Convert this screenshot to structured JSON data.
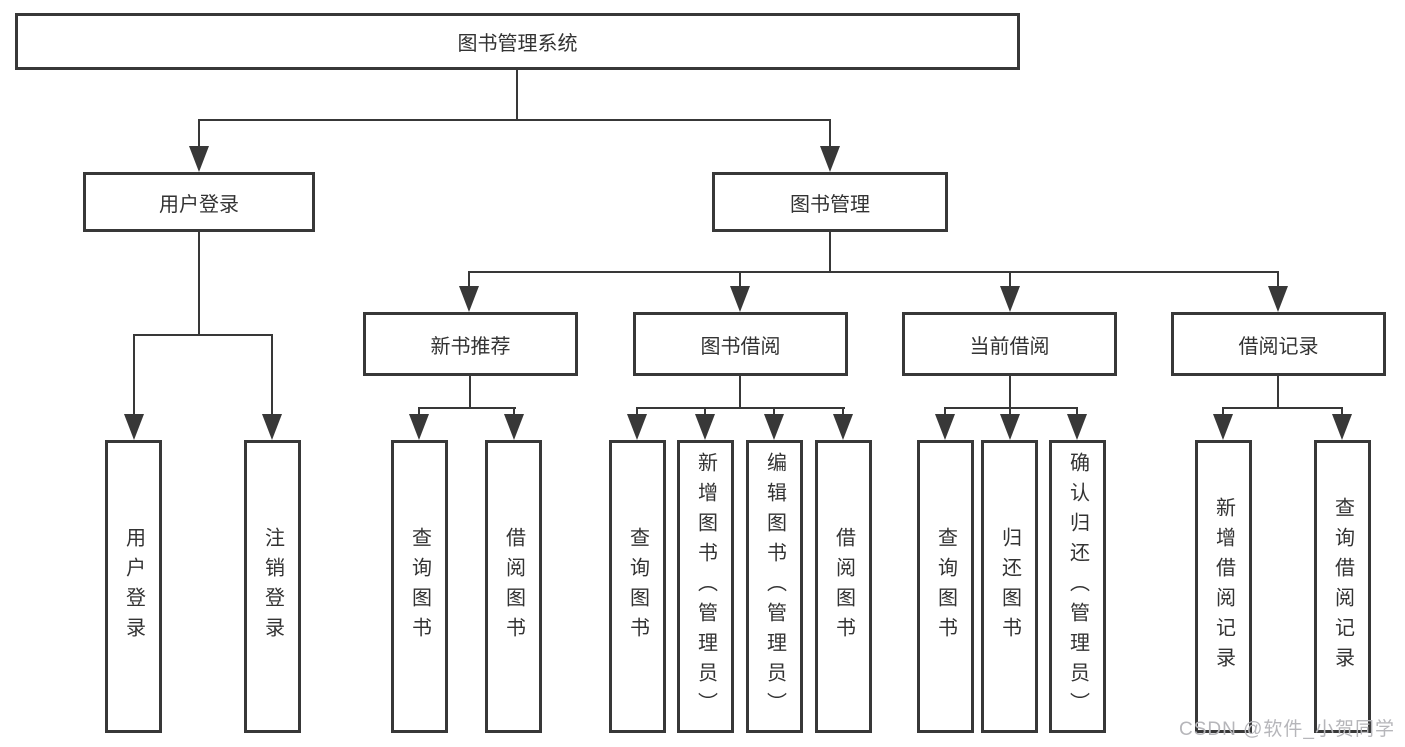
{
  "tree": {
    "label": "图书管理系统",
    "children": [
      {
        "label": "用户登录",
        "children": [
          {
            "label": "用户登录"
          },
          {
            "label": "注销登录"
          }
        ]
      },
      {
        "label": "图书管理",
        "children": [
          {
            "label": "新书推荐",
            "children": [
              {
                "label": "查询图书"
              },
              {
                "label": "借阅图书"
              }
            ]
          },
          {
            "label": "图书借阅",
            "children": [
              {
                "label": "查询图书"
              },
              {
                "label": "新增图书（管理员）"
              },
              {
                "label": "编辑图书（管理员）"
              },
              {
                "label": "借阅图书"
              }
            ]
          },
          {
            "label": "当前借阅",
            "children": [
              {
                "label": "查询图书"
              },
              {
                "label": "归还图书"
              },
              {
                "label": "确认归还（管理员）"
              }
            ]
          },
          {
            "label": "借阅记录",
            "children": [
              {
                "label": "新增借阅记录"
              },
              {
                "label": "查询借阅记录"
              }
            ]
          }
        ]
      }
    ]
  },
  "watermark": {
    "text": "CSDN @软件_小贺同学"
  },
  "colors": {
    "line": "#383838",
    "text": "#333333",
    "watermark": "#b6b6ba",
    "background": "#ffffff"
  }
}
